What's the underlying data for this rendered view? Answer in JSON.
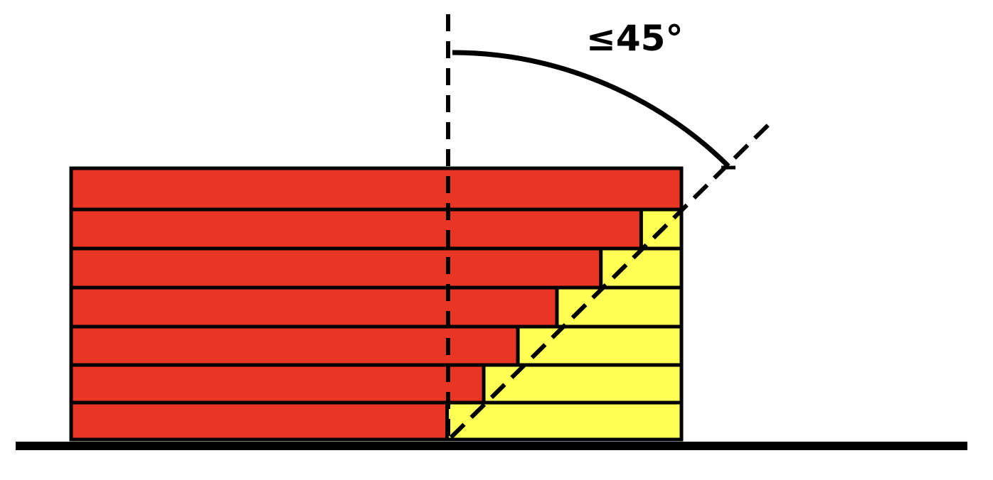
{
  "diagram": {
    "angle_label": "≤45°",
    "layers": [
      {
        "red_fraction": 1.0
      },
      {
        "red_fraction": 0.934
      },
      {
        "red_fraction": 0.868
      },
      {
        "red_fraction": 0.796
      },
      {
        "red_fraction": 0.732
      },
      {
        "red_fraction": 0.676
      },
      {
        "red_fraction": 0.616
      }
    ],
    "colors": {
      "red_block": "#e83524",
      "yellow_offset": "#ffff55",
      "stroke": "#000000",
      "background": "#ffffff"
    }
  }
}
